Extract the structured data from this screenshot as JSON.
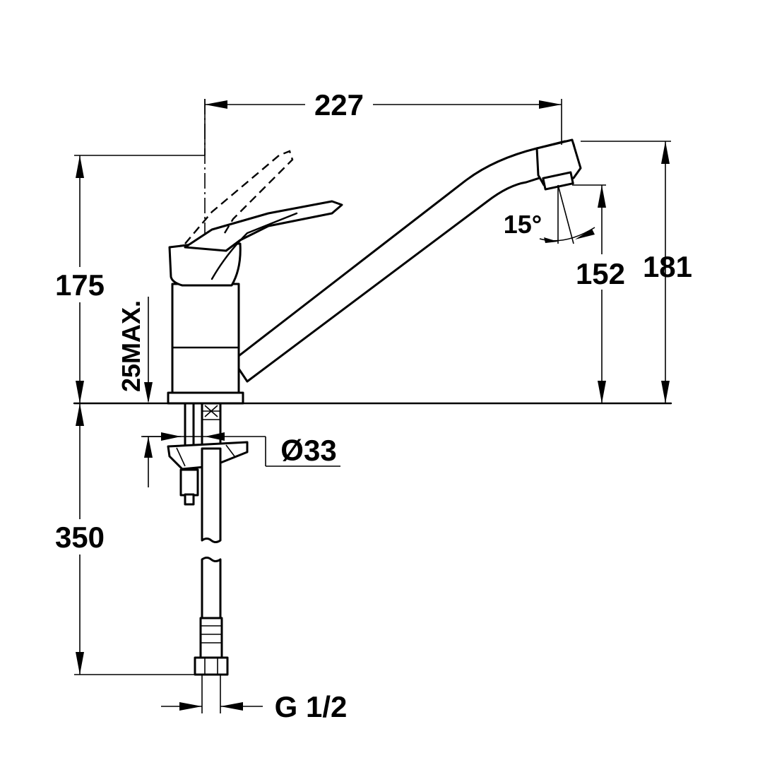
{
  "diagram": {
    "colors": {
      "line": "#000000",
      "background": "#ffffff"
    },
    "dimensions": {
      "spout_reach": "227",
      "total_height": "181",
      "aerator_height": "152",
      "body_height": "175",
      "spout_angle": "15°",
      "max_countertop": "25MAX.",
      "hole_diameter": "Ø33",
      "hose_length": "350",
      "hose_thread": "G 1/2"
    }
  }
}
